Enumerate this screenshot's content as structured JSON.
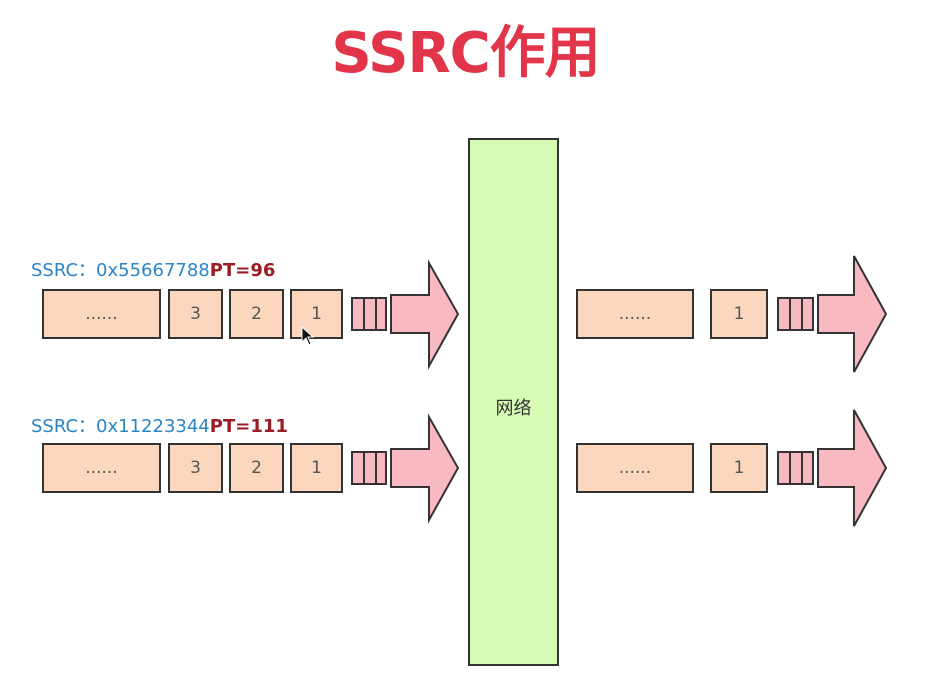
{
  "title": "SSRC作用",
  "network_label": "网络",
  "streams": [
    {
      "ssrc_label": "SSRC：",
      "ssrc_value": "0x55667788",
      "pt_label": "PT=96",
      "packets": [
        "......",
        "3",
        "2",
        "1"
      ]
    },
    {
      "ssrc_label": "SSRC：",
      "ssrc_value": "0x11223344",
      "pt_label": "PT=111",
      "packets": [
        "......",
        "3",
        "2",
        "1"
      ]
    }
  ],
  "output_streams": [
    {
      "packets": [
        "......",
        "1"
      ]
    },
    {
      "packets": [
        "......",
        "1"
      ]
    }
  ],
  "colors": {
    "title": "#e3354a",
    "ssrc": "#2a84c6",
    "pt": "#9b1c24",
    "packet_fill": "#fbd8bd",
    "network_fill": "#d6fbb4",
    "arrow_fill": "#f9b9c1"
  }
}
